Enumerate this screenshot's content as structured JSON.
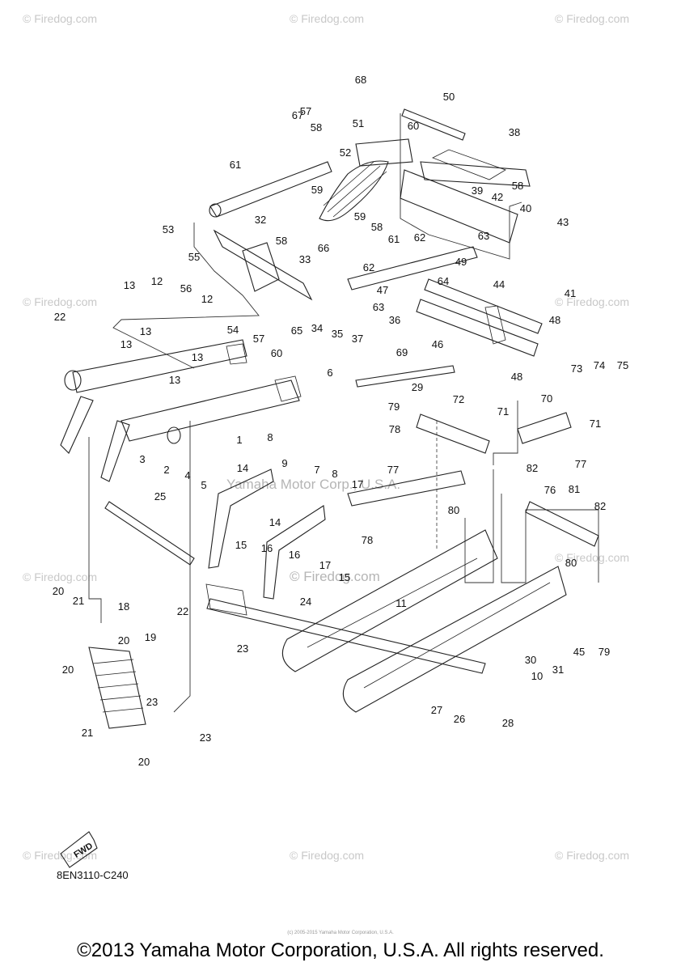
{
  "watermarks": {
    "site": "© Firedog.com",
    "middle_lines": [
      "Yamaha Motor Corp., U.S.A.",
      "© Firedog.com"
    ]
  },
  "diagram_code": "8EN3110-C240",
  "fwd_label": "FWD",
  "fine_print": "(c) 2005-2015 Yamaha Motor Corporation, U.S.A.",
  "copyright": "©2013 Yamaha Motor Corporation, U.S.A. All rights reserved.",
  "callouts": [
    "1",
    "2",
    "3",
    "4",
    "5",
    "6",
    "7",
    "8",
    "8",
    "9",
    "10",
    "11",
    "12",
    "12",
    "13",
    "13",
    "13",
    "13",
    "13",
    "14",
    "14",
    "15",
    "15",
    "16",
    "16",
    "17",
    "17",
    "18",
    "19",
    "20",
    "20",
    "20",
    "20",
    "21",
    "21",
    "22",
    "22",
    "23",
    "23",
    "23",
    "24",
    "25",
    "26",
    "27",
    "28",
    "29",
    "30",
    "31",
    "32",
    "33",
    "34",
    "35",
    "36",
    "37",
    "38",
    "39",
    "40",
    "41",
    "42",
    "43",
    "44",
    "45",
    "46",
    "47",
    "48",
    "48",
    "49",
    "50",
    "51",
    "52",
    "53",
    "54",
    "55",
    "56",
    "57",
    "57",
    "58",
    "58",
    "58",
    "58",
    "59",
    "59",
    "60",
    "60",
    "61",
    "61",
    "62",
    "62",
    "63",
    "63",
    "64",
    "65",
    "66",
    "67",
    "68",
    "69",
    "70",
    "71",
    "71",
    "72",
    "73",
    "74",
    "75",
    "76",
    "77",
    "77",
    "78",
    "78",
    "79",
    "79",
    "80",
    "80",
    "81",
    "82",
    "82"
  ]
}
